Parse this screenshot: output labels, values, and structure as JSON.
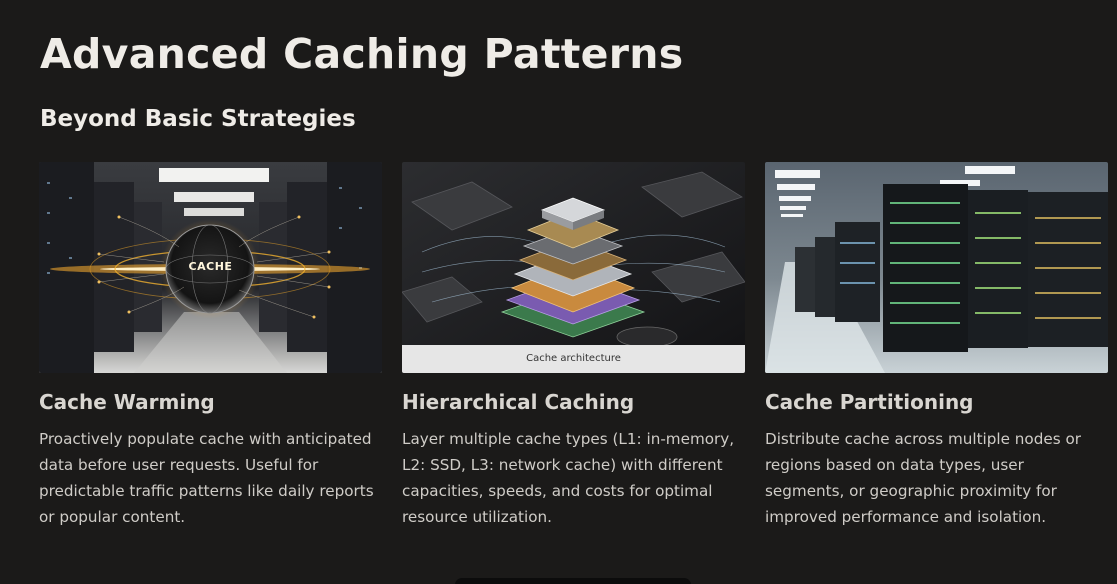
{
  "slide": {
    "title": "Advanced Caching Patterns",
    "subtitle": "Beyond Basic Strategies"
  },
  "cards": [
    {
      "title": "Cache Warming",
      "description": "Proactively populate cache with anticipated data before user requests. Useful for predictable traffic patterns like daily reports or popular content.",
      "image_label": "CACHE"
    },
    {
      "title": "Hierarchical Caching",
      "description": "Layer multiple cache types (L1: in-memory, L2: SSD, L3: network cache) with different capacities, speeds, and costs for optimal resource utilization.",
      "image_caption": "Cache architecture"
    },
    {
      "title": "Cache Partitioning",
      "description": "Distribute cache across multiple nodes or regions based on data types, user segments, or geographic proximity for improved performance and isolation."
    }
  ],
  "colors": {
    "background": "#1b1a19",
    "heading": "#efece7",
    "body_text": "#cfccc7",
    "glow": "#f0b030"
  }
}
